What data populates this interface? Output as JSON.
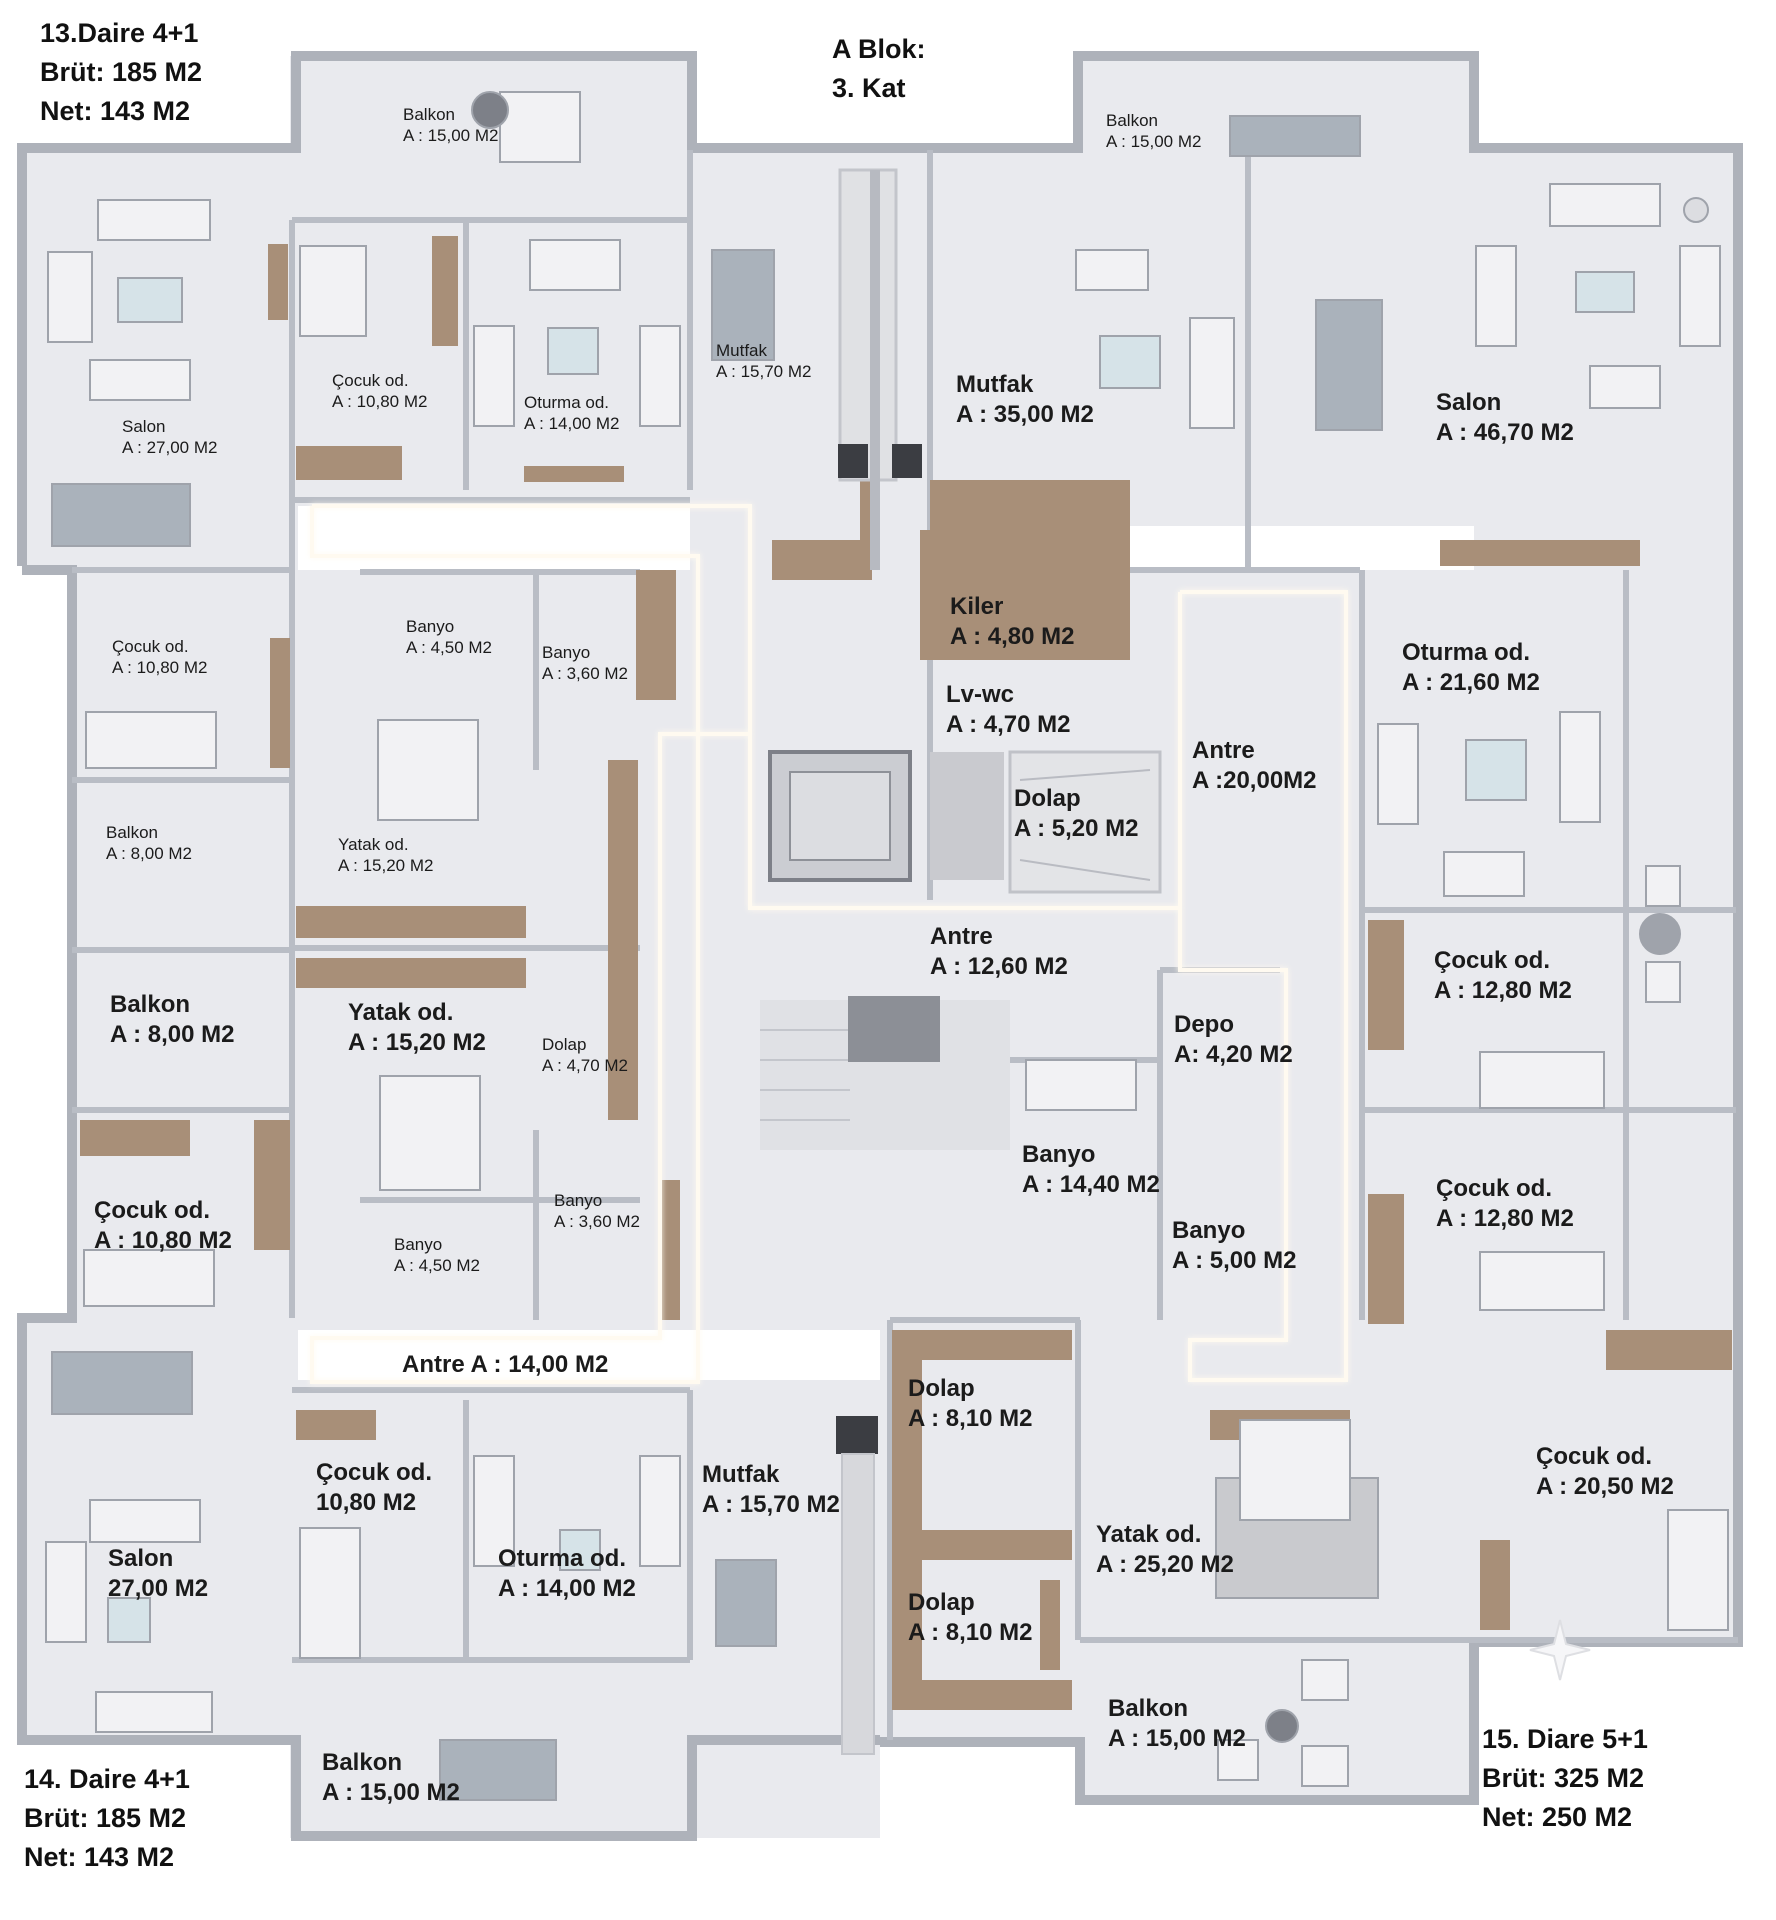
{
  "header": {
    "block": "A Blok:",
    "floor": "3. Kat"
  },
  "units": {
    "u13": {
      "name": "13.Daire 4+1",
      "gross": "Brüt: 185 M2",
      "net": "Net: 143 M2"
    },
    "u14": {
      "name": "14. Daire 4+1",
      "gross": "Brüt: 185 M2",
      "net": "Net: 143 M2"
    },
    "u15": {
      "name": "15. Diare 5+1",
      "gross": "Brüt: 325 M2",
      "net": "Net: 250 M2"
    }
  },
  "rooms": [
    {
      "name": "Balkon",
      "area": "A : 15,00 M2"
    },
    {
      "name": "Salon",
      "area": "A : 27,00 M2"
    },
    {
      "name": "Çocuk od.",
      "area": "A : 10,80 M2"
    },
    {
      "name": "Oturma od.",
      "area": "A : 14,00 M2"
    },
    {
      "name": "Mutfak",
      "area": "A : 15,70 M2"
    },
    {
      "name": "Balkon",
      "area": "A : 15,00 M2"
    },
    {
      "name": "Mutfak",
      "area": "A : 35,00 M2"
    },
    {
      "name": "Salon",
      "area": "A : 46,70 M2"
    },
    {
      "name": "Çocuk od.",
      "area": "A : 10,80 M2"
    },
    {
      "name": "Banyo",
      "area": "A : 4,50 M2"
    },
    {
      "name": "Banyo",
      "area": "A : 3,60 M2"
    },
    {
      "name": "Kiler",
      "area": "A : 4,80 M2"
    },
    {
      "name": "Lv-wc",
      "area": "A : 4,70 M2"
    },
    {
      "name": "Oturma od.",
      "area": "A : 21,60 M2"
    },
    {
      "name": "Antre",
      "area": "A :20,00M2"
    },
    {
      "name": "Balkon",
      "area": "A : 8,00 M2"
    },
    {
      "name": "Yatak od.",
      "area": "A : 15,20 M2"
    },
    {
      "name": "Dolap",
      "area": "A : 5,20 M2"
    },
    {
      "name": "Antre",
      "area": "A : 12,60 M2"
    },
    {
      "name": "Çocuk od.",
      "area": "A : 12,80 M2"
    },
    {
      "name": "Balkon",
      "area": "A : 8,00 M2"
    },
    {
      "name": "Yatak od.",
      "area": "A : 15,20 M2"
    },
    {
      "name": "Dolap",
      "area": "A : 4,70 M2"
    },
    {
      "name": "Depo",
      "area": "A: 4,20 M2"
    },
    {
      "name": "Çocuk od.",
      "area": "A : 10,80 M2"
    },
    {
      "name": "Banyo",
      "area": "A : 3,60 M2"
    },
    {
      "name": "Banyo",
      "area": "A : 14,40 M2"
    },
    {
      "name": "Çocuk od.",
      "area": "A : 12,80 M2"
    },
    {
      "name": "Banyo",
      "area": "A : 4,50 M2"
    },
    {
      "name": "Banyo",
      "area": "A : 5,00 M2"
    },
    {
      "name": "Antre A : 14,00 M2",
      "area": ""
    },
    {
      "name": "Dolap",
      "area": "A : 8,10 M2"
    },
    {
      "name": "Çocuk od.",
      "area": "10,80 M2"
    },
    {
      "name": "Mutfak",
      "area": "A : 15,70 M2"
    },
    {
      "name": "Çocuk od.",
      "area": "A : 20,50 M2"
    },
    {
      "name": "Yatak od.",
      "area": "A : 25,20 M2"
    },
    {
      "name": "Salon",
      "area": "27,00 M2"
    },
    {
      "name": "Oturma od.",
      "area": "A : 14,00 M2"
    },
    {
      "name": "Dolap",
      "area": "A : 8,10 M2"
    },
    {
      "name": "Balkon",
      "area": "A : 15,00 M2"
    },
    {
      "name": "Balkon",
      "area": "A : 15,00 M2"
    }
  ]
}
